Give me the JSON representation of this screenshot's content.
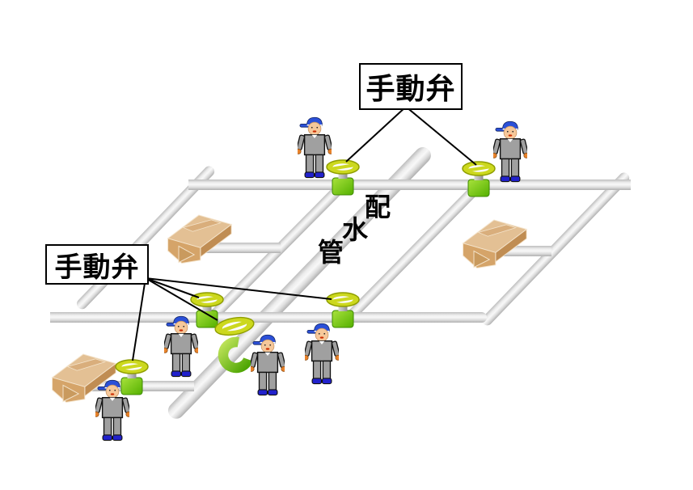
{
  "scene": {
    "description": "Isometric diagram of a water distribution pipe grid with manual valves operated by workers, serving houses",
    "background": "#ffffff"
  },
  "labels": {
    "manual_valve_top": "手動弁",
    "manual_valve_left": "手動弁"
  },
  "pipe_label": {
    "text": "配水管",
    "chars": [
      "配",
      "水",
      "管"
    ]
  },
  "counts": {
    "manual_valves": 6,
    "workers": 6,
    "houses": 3,
    "pointer_lines_top_label": 2,
    "pointer_lines_left_label": 4
  },
  "colors": {
    "line": "#000000",
    "label_border": "#000000",
    "label_bg": "#ffffff",
    "label_text": "#000000",
    "pipe_light": "#f7f7f7",
    "pipe_dark": "#b5b5b5",
    "valve_wheel": "#ccd81e",
    "valve_wheel_outline": "#8f9e00",
    "valve_body_light": "#a9e23c",
    "valve_body_dark": "#54b000",
    "elbow_light": "#bfe35a",
    "elbow_dark": "#4aa300",
    "house_roof": "#e3c094",
    "house_wall": "#d5a469",
    "house_wall_dark": "#c08d53",
    "worker_cap": "#2b50d8",
    "worker_skin": "#f6c89a",
    "worker_clothes": "#a0a0a0",
    "worker_shoes": "#2222cc",
    "worker_hand": "#e8822a"
  }
}
